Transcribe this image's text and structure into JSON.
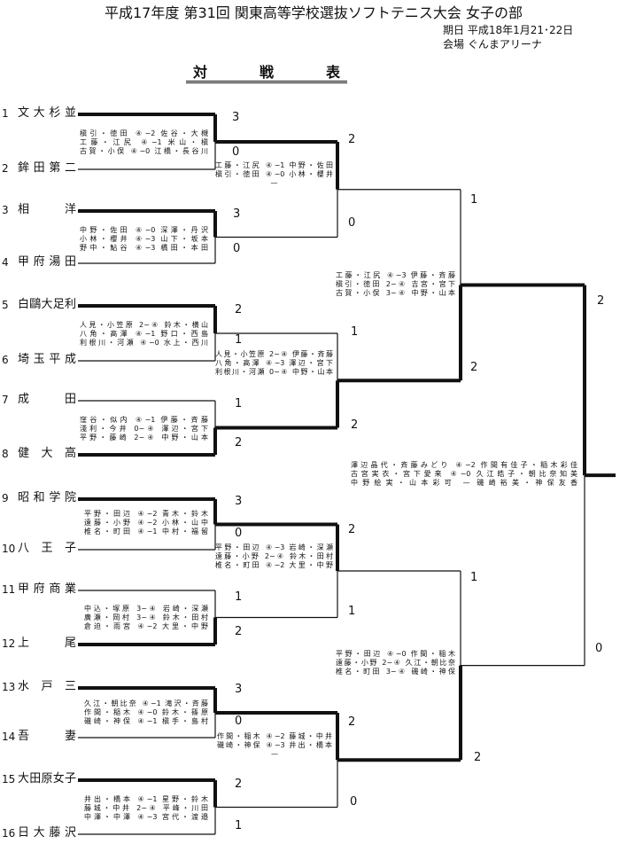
{
  "header": {
    "title": "平成17年度 第31回 関東高等学校選抜ソフトテニス大会 女子の部",
    "date": "期日 平成18年1月21･22日",
    "venue": "会場 ぐんまアリーナ",
    "heading": "対戦表"
  },
  "teams": [
    {
      "seed": "1",
      "name": "文大杉並"
    },
    {
      "seed": "2",
      "name": "鉾田第二"
    },
    {
      "seed": "3",
      "name": "相洋"
    },
    {
      "seed": "4",
      "name": "甲府湯田"
    },
    {
      "seed": "5",
      "name": "白鷗大足利"
    },
    {
      "seed": "6",
      "name": "埼玉平成"
    },
    {
      "seed": "7",
      "name": "成田"
    },
    {
      "seed": "8",
      "name": "健大高"
    },
    {
      "seed": "9",
      "name": "昭和学院"
    },
    {
      "seed": "10",
      "name": "八王子"
    },
    {
      "seed": "11",
      "name": "甲府商業"
    },
    {
      "seed": "12",
      "name": "上尾"
    },
    {
      "seed": "13",
      "name": "水戸三"
    },
    {
      "seed": "14",
      "name": "吾妻"
    },
    {
      "seed": "15",
      "name": "大田原女子"
    },
    {
      "seed": "16",
      "name": "日大藤沢"
    }
  ],
  "round1": [
    {
      "scores": [
        "3",
        "0"
      ],
      "winner": 0,
      "details": [
        "槇引・徳田 ④−2 佐谷・大槻",
        "工藤・江尻 ④−1 米山・槇",
        "古賀・小俣 ④−0 江橋・長谷川"
      ]
    },
    {
      "scores": [
        "3",
        "0"
      ],
      "winner": 0,
      "details": [
        "中野・佐田 ④−0 深澤・丹沢",
        "小林・櫻井 ④−3 山下・坂本",
        "野中・鮎谷 ④−3 橋田・本田"
      ]
    },
    {
      "scores": [
        "2",
        "1"
      ],
      "winner": 0,
      "details": [
        "人見・小笠原 2−④ 鈴木・横山",
        "八角・高澤 ④−1 野口・西島",
        "利根川・河瀬 ④−0 水上・西川"
      ]
    },
    {
      "scores": [
        "1",
        "2"
      ],
      "winner": 1,
      "details": [
        "窪谷・似内 ④−1 伊藤・斉藤",
        "淺利・今井 0−④ 澤辺・宮下",
        "平野・藤崎 2−④ 中野・山本"
      ]
    },
    {
      "scores": [
        "3",
        "0"
      ],
      "winner": 0,
      "details": [
        "平野・田辺 ④−2 青木・鈴木",
        "遠藤・小野 ④−2 小林・山中",
        "椎名・町田 ④−1 中村・福留"
      ]
    },
    {
      "scores": [
        "1",
        "2"
      ],
      "winner": 1,
      "details": [
        "中込・塚原 3−④ 岩崎・深瀬",
        "廣瀬・岡村 3−④ 鈴木・田村",
        "倉迫・雨宮 ④−2 大里・中野"
      ]
    },
    {
      "scores": [
        "3",
        "0"
      ],
      "winner": 0,
      "details": [
        "久江・朝比奈 ④−1 滝沢・斉藤",
        "作間・稲木 ④−0 鈴木・篠原",
        "磯崎・神保 ④−1 槇手・島村"
      ]
    },
    {
      "scores": [
        "2",
        "1"
      ],
      "winner": 0,
      "details": [
        "井出・橋本 ④−1 星野・鈴木",
        "藤城・中井 2−④ 平峰・川田",
        "中澤・中澤 ④−3 宮代・渡邉"
      ]
    }
  ],
  "round2": [
    {
      "scores": [
        "2",
        "0"
      ],
      "winner": 0,
      "details": [
        "工藤・江尻 ④−1 中野・佐田",
        "槇引・徳田 ④−0 小林・櫻井",
        "—"
      ]
    },
    {
      "scores": [
        "1",
        "2"
      ],
      "winner": 1,
      "details": [
        "人見・小笠原 2−④ 伊藤・斉藤",
        "八角・高澤 ④−3 澤辺・宮下",
        "利根川・河瀬 0−④ 中野・山本"
      ]
    },
    {
      "scores": [
        "2",
        "1"
      ],
      "winner": 0,
      "details": [
        "平野・田辺 ④−3 岩崎・深瀬",
        "遠藤・小野 2−④ 鈴木・田村",
        "椎名・町田 ④−2 大里・中野"
      ]
    },
    {
      "scores": [
        "2",
        "0"
      ],
      "winner": 0,
      "details": [
        "作間・稲木 ④−2 藤城・中井",
        "磯崎・神保 ④−3 井出・橋本",
        "—"
      ]
    }
  ],
  "semifinal": [
    {
      "scores": [
        "1",
        "2"
      ],
      "winner": 1,
      "details": [
        "工藤・江尻 ④−3 伊藤・斉藤",
        "槇引・徳田 2−④ 吉宮・宮下",
        "古賀・小俣 3−④ 中野・山本"
      ]
    },
    {
      "scores": [
        "1",
        "2"
      ],
      "winner": 1,
      "details": [
        "平野・田辺 ④−0 作間・稲木",
        "遠藤・小野 2−④ 久江・朝比奈",
        "椎名・町田 3−④ 磯崎・神保"
      ]
    }
  ],
  "final": [
    {
      "scores": [
        "2",
        "0"
      ],
      "winner": 0,
      "details": [
        "澤辺晶代・斉藤みどり ④−2 作間有佳子・稲木彩佳",
        "古宮実衣・宮下愛来 ④−0 久江皓子・朝比奈知美",
        "中野絵実・山本彩可 — 磯崎裕美・神保友香"
      ]
    }
  ]
}
